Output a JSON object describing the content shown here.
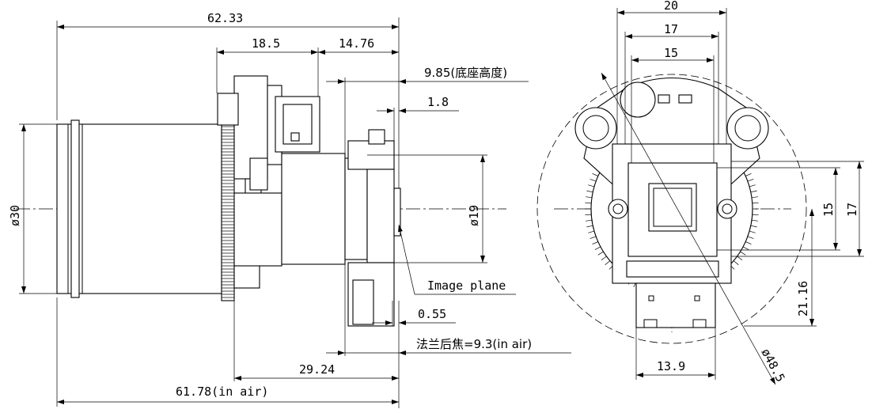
{
  "side_view": {
    "overall_length": "62.33",
    "gear_section": "18.5",
    "mount_section": "14.76",
    "base_height": "9.85(底座高度)",
    "flange_step": "1.8",
    "barrel_diameter": "ø30",
    "rear_diameter": "ø19",
    "image_plane": "Image plane",
    "gap": "0.55",
    "flange_focal": "法兰后焦=9.3(in air)",
    "rear_length": "29.24",
    "total_in_air": "61.78(in air)"
  },
  "front_view": {
    "width_20": "20",
    "width_17": "17",
    "width_15": "15",
    "height_15": "15",
    "height_17": "17",
    "offset_21": "21.16",
    "bottom_width": "13.9",
    "diameter_48": "ø48.5"
  }
}
